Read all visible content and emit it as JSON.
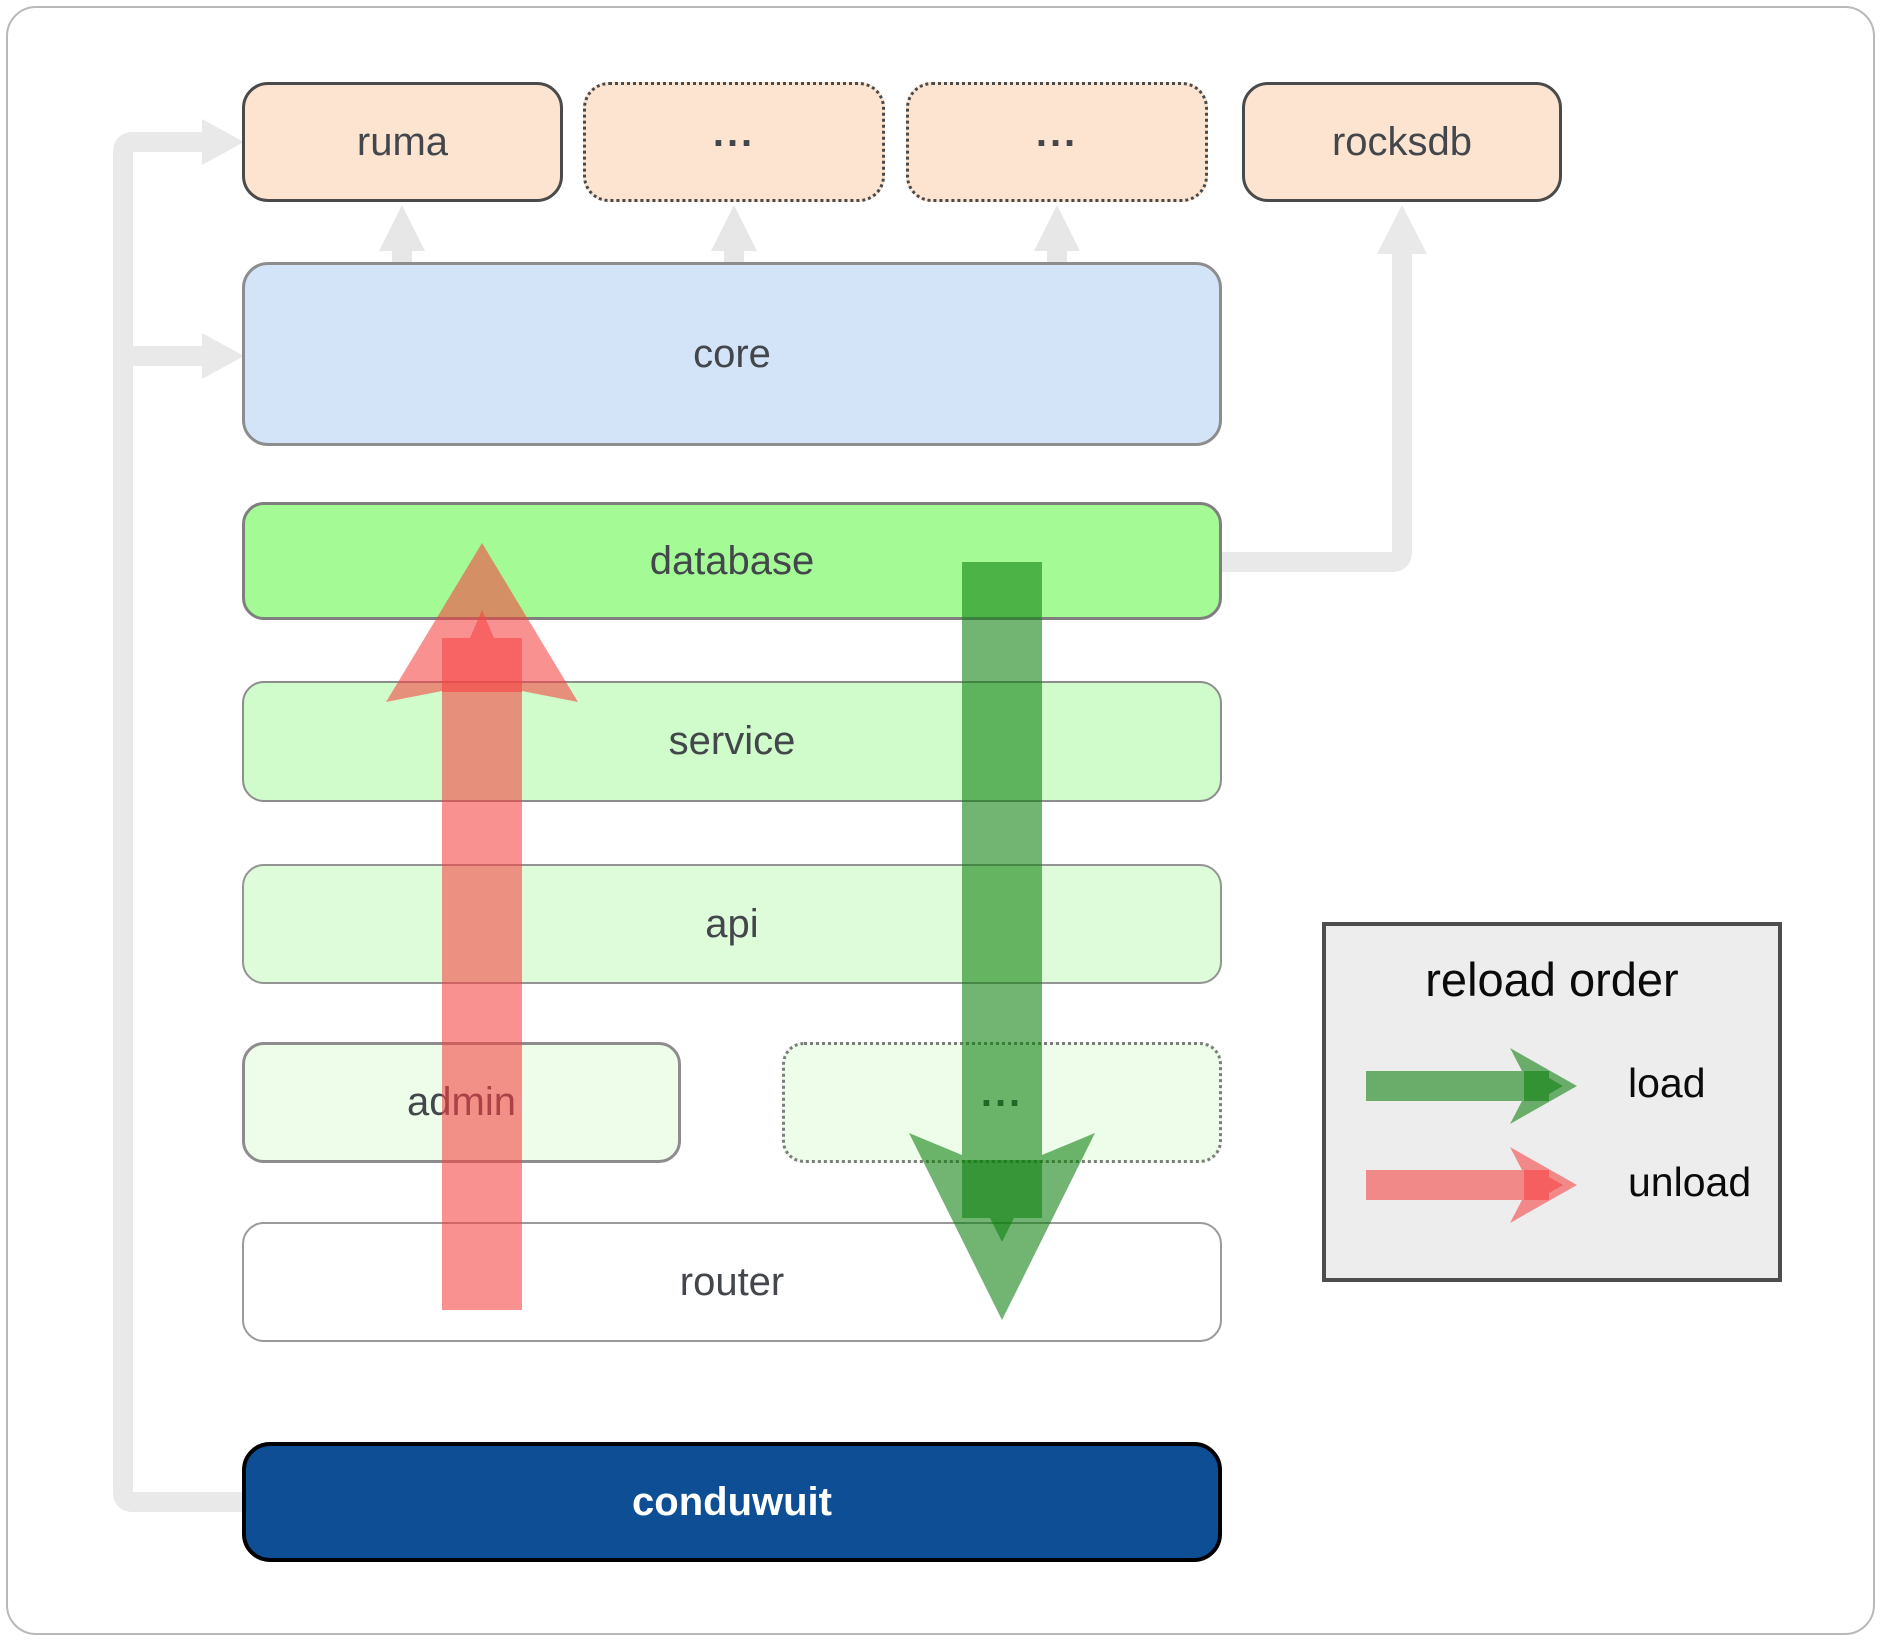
{
  "diagram": {
    "nodes": {
      "ruma": "ruma",
      "ellipsis_top_left": "...",
      "ellipsis_top_right": "...",
      "rocksdb": "rocksdb",
      "core": "core",
      "database": "database",
      "service": "service",
      "api": "api",
      "admin": "admin",
      "ellipsis_bottom": "...",
      "router": "router",
      "conduwuit": "conduwuit"
    },
    "legend": {
      "title": "reload order",
      "items": [
        {
          "label": "load",
          "color": "#0c800c"
        },
        {
          "label": "unload",
          "color": "#f74141"
        }
      ]
    },
    "colors": {
      "load_arrow": "#0c800c",
      "unload_arrow": "#f74141",
      "connector_gray": "#e9e9e9",
      "node_peach": "#fce4d0",
      "node_blue": "#d3e4f8",
      "node_green_bright": "#a4fb96",
      "node_green_mid": "#cffcca",
      "node_green_light": "#defcda",
      "node_green_faint": "#edfdea",
      "node_navy": "#0d4e94",
      "legend_background": "#ededed"
    }
  }
}
